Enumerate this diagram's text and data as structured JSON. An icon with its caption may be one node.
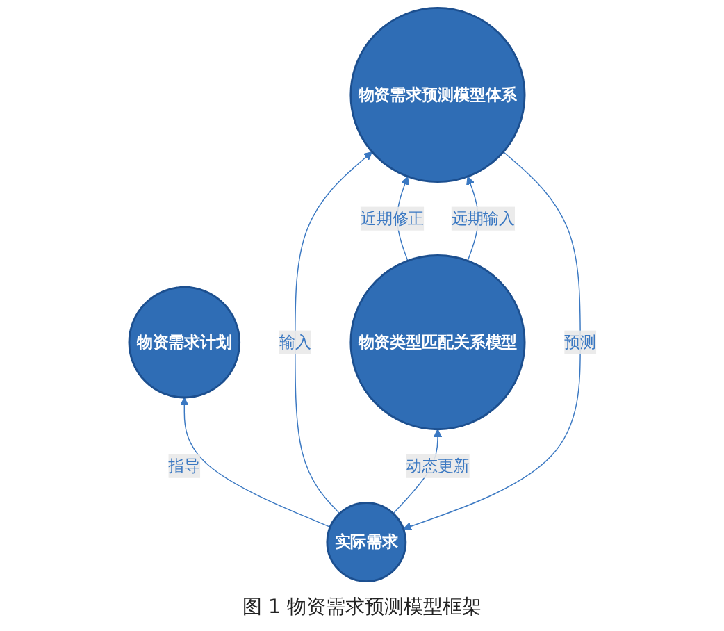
{
  "diagram": {
    "caption": "图 1 物资需求预测模型框架",
    "nodes": [
      {
        "text": [
          "物资需求计划"
        ]
      },
      {
        "text": [
          "实际需求"
        ]
      },
      {
        "text": [
          "物资类型匹配关系模型"
        ]
      },
      {
        "text": [
          "物资需求预测模型体系"
        ]
      }
    ],
    "edges": [
      {
        "from": 1,
        "to": 0,
        "arrow": "to",
        "label": "指导"
      },
      {
        "from": 1,
        "to": 2,
        "arrow": "to",
        "label": "动态更新"
      },
      {
        "from": 1,
        "to": 3,
        "arrow": "to",
        "label": "输入"
      },
      {
        "from": 3,
        "to": 1,
        "arrow": "to",
        "label": "预测"
      },
      {
        "from": 2,
        "to": 3,
        "arrow": "to",
        "label": "近期修正"
      },
      {
        "from": 2,
        "to": 3,
        "arrow": "to",
        "label": "远期输入"
      }
    ]
  }
}
